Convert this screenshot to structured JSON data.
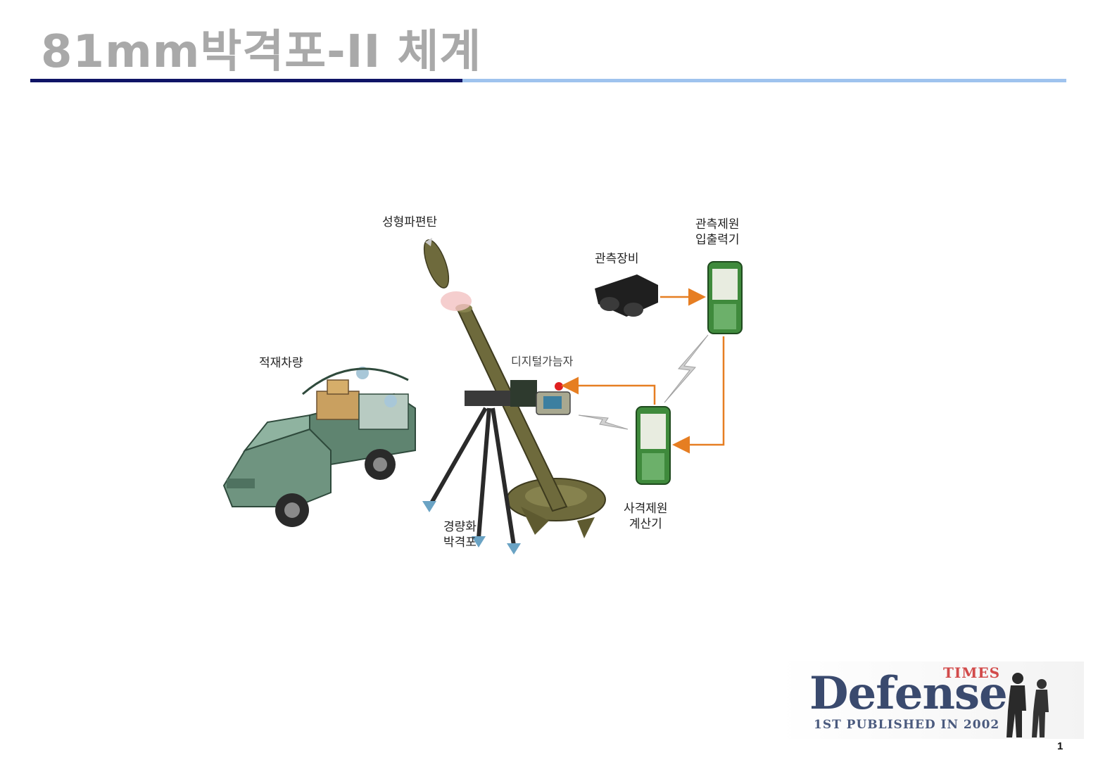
{
  "slide": {
    "title": "81mm박격포-II 체계",
    "page_number": "1"
  },
  "diagram": {
    "labels": {
      "projectile": "성형파편탄",
      "observation_io_line1": "관측제원",
      "observation_io_line2": "입출력기",
      "observation_equipment": "관측장비",
      "vehicle": "적재차량",
      "digital_sight": "디지털가늠자",
      "fire_computer_line1": "사격제원",
      "fire_computer_line2": "계산기",
      "mortar_line1": "경량화",
      "mortar_line2": "박격포"
    },
    "colors": {
      "arrow": "#e67e22",
      "vehicle": "#6f9480",
      "mortar": "#6e6a3c",
      "device_green": "#3f8a3c"
    }
  },
  "logo": {
    "times": "TIMES",
    "name": "Defense",
    "tagline": "1ST PUBLISHED IN 2002"
  }
}
